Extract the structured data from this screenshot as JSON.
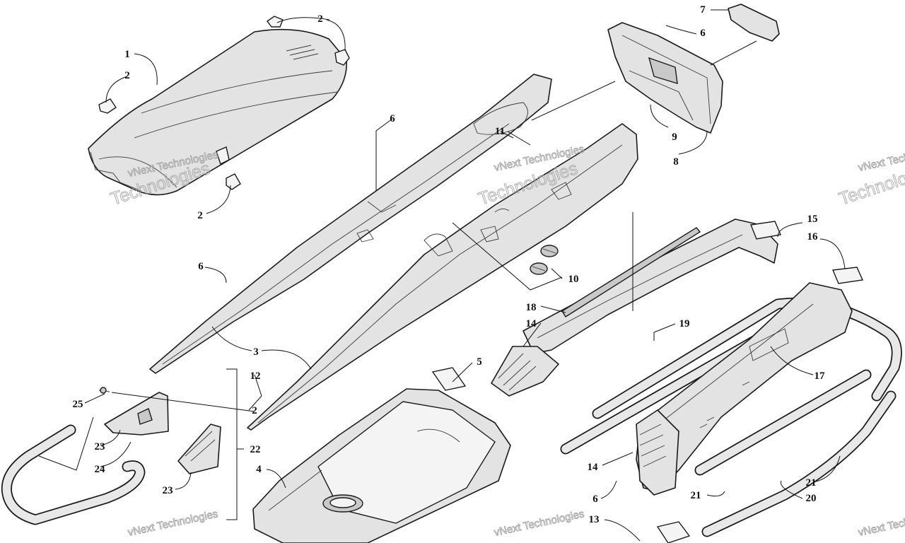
{
  "diagram": {
    "watermark_line1": "vNext Technologies",
    "watermark_line2": "Technologies",
    "callouts": [
      "1",
      "2",
      "2",
      "2",
      "2",
      "3",
      "4",
      "5",
      "6",
      "6",
      "6",
      "6",
      "7",
      "8",
      "9",
      "10",
      "11",
      "12",
      "13",
      "14",
      "14",
      "15",
      "16",
      "17",
      "18",
      "19",
      "20",
      "21",
      "21",
      "22",
      "23",
      "23",
      "24",
      "25"
    ]
  }
}
